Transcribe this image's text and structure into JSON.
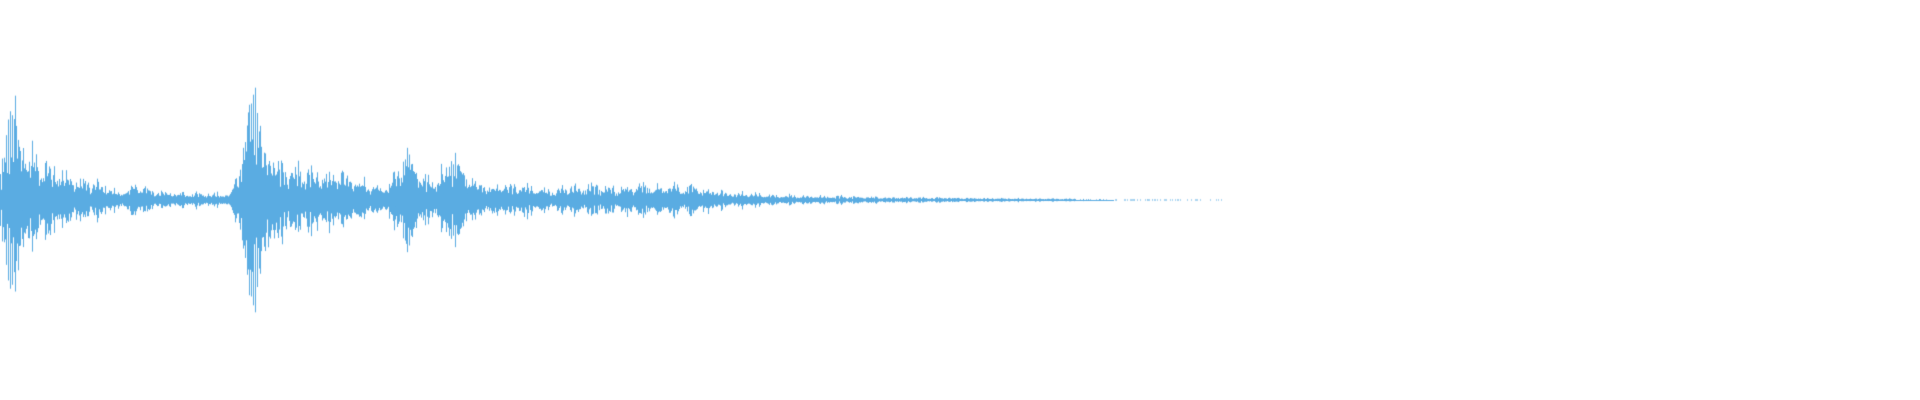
{
  "waveform": {
    "color": "#5aace2",
    "background": "#ffffff",
    "duration_fraction": 0.6375,
    "envelope": [
      {
        "t": 0.0,
        "amp": 0.05
      },
      {
        "t": 0.0025,
        "amp": 0.5
      },
      {
        "t": 0.006,
        "amp": 0.74
      },
      {
        "t": 0.011,
        "amp": 0.56
      },
      {
        "t": 0.02,
        "amp": 0.38
      },
      {
        "t": 0.035,
        "amp": 0.22
      },
      {
        "t": 0.055,
        "amp": 0.14
      },
      {
        "t": 0.062,
        "amp": 0.06
      },
      {
        "t": 0.07,
        "amp": 0.17
      },
      {
        "t": 0.08,
        "amp": 0.08
      },
      {
        "t": 0.1,
        "amp": 0.06
      },
      {
        "t": 0.12,
        "amp": 0.06
      },
      {
        "t": 0.126,
        "amp": 0.42
      },
      {
        "t": 0.13,
        "amp": 0.95
      },
      {
        "t": 0.135,
        "amp": 0.62
      },
      {
        "t": 0.145,
        "amp": 0.32
      },
      {
        "t": 0.165,
        "amp": 0.3
      },
      {
        "t": 0.18,
        "amp": 0.24
      },
      {
        "t": 0.2,
        "amp": 0.1
      },
      {
        "t": 0.211,
        "amp": 0.38
      },
      {
        "t": 0.225,
        "amp": 0.16
      },
      {
        "t": 0.236,
        "amp": 0.4
      },
      {
        "t": 0.25,
        "amp": 0.14
      },
      {
        "t": 0.27,
        "amp": 0.14
      },
      {
        "t": 0.29,
        "amp": 0.1
      },
      {
        "t": 0.3,
        "amp": 0.13
      },
      {
        "t": 0.32,
        "amp": 0.12
      },
      {
        "t": 0.34,
        "amp": 0.13
      },
      {
        "t": 0.36,
        "amp": 0.12
      },
      {
        "t": 0.38,
        "amp": 0.07
      },
      {
        "t": 0.4,
        "amp": 0.05
      },
      {
        "t": 0.43,
        "amp": 0.035
      },
      {
        "t": 0.47,
        "amp": 0.025
      },
      {
        "t": 0.51,
        "amp": 0.018
      },
      {
        "t": 0.55,
        "amp": 0.012
      },
      {
        "t": 0.59,
        "amp": 0.006
      },
      {
        "t": 0.62,
        "amp": 0.003
      },
      {
        "t": 0.6375,
        "amp": 0.001
      }
    ],
    "bursts": [
      {
        "t": 0.005,
        "amp": 0.72
      },
      {
        "t": 0.132,
        "amp": 0.95
      },
      {
        "t": 0.212,
        "amp": 0.38
      },
      {
        "t": 0.237,
        "amp": 0.38
      },
      {
        "t": 0.31,
        "amp": 0.12
      },
      {
        "t": 0.335,
        "amp": 0.14
      },
      {
        "t": 0.36,
        "amp": 0.12
      }
    ]
  }
}
